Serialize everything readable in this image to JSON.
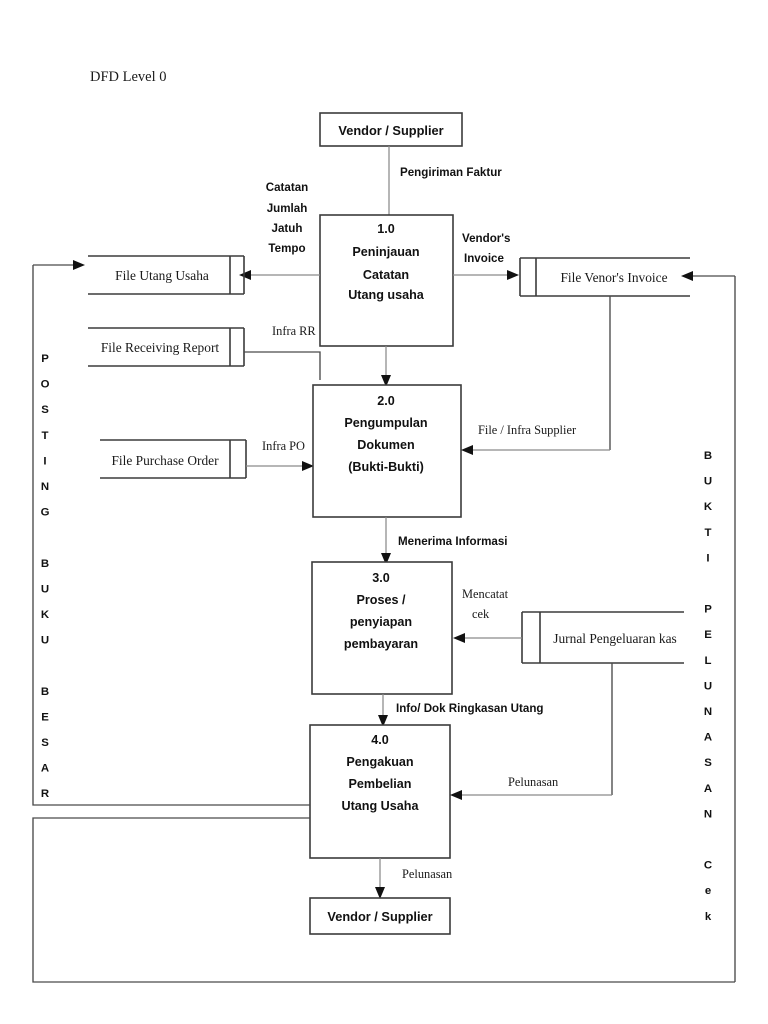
{
  "page": {
    "title": "DFD Level 0",
    "background": "#ffffff",
    "line_color": "#3b3b3b",
    "flow_color": "#8a8a8a",
    "text_color": "#111111"
  },
  "entities": [
    {
      "id": "vendor-top",
      "label": "Vendor / Supplier"
    },
    {
      "id": "vendor-bottom",
      "label": "Vendor / Supplier"
    }
  ],
  "processes": [
    {
      "id": "process-1",
      "number": "1.0",
      "lines": [
        "1.0",
        "Peninjauan",
        "Catatan",
        "Utang usaha"
      ]
    },
    {
      "id": "process-2",
      "number": "2.0",
      "lines": [
        "2.0",
        "Pengumpulan",
        "Dokumen",
        "(Bukti-Bukti)"
      ]
    },
    {
      "id": "process-3",
      "number": "3.0",
      "lines": [
        "3.0",
        "Proses /",
        "penyiapan",
        "pembayaran"
      ]
    },
    {
      "id": "process-4",
      "number": "4.0",
      "lines": [
        "4.0",
        "Pengakuan",
        "Pembelian",
        "Utang Usaha"
      ]
    }
  ],
  "datastores": [
    {
      "id": "store-utang-usaha",
      "label": "File Utang Usaha"
    },
    {
      "id": "store-receiving-report",
      "label": "File Receiving Report"
    },
    {
      "id": "store-purchase-order",
      "label": "File Purchase Order"
    },
    {
      "id": "store-venors-invoice",
      "label": "File Venor's Invoice"
    },
    {
      "id": "store-jurnal-pengeluaran-kas",
      "label": "Jurnal Pengeluaran kas"
    }
  ],
  "flow_labels": {
    "pengiriman_faktur": "Pengiriman Faktur",
    "catatan_jumlah_jatuh_tempo": [
      "Catatan",
      "Jumlah",
      "Jatuh",
      "Tempo"
    ],
    "vendors_invoice": [
      "Vendor's",
      "Invoice"
    ],
    "infra_rr": "Infra RR",
    "infra_po": "Infra PO",
    "file_infra_supplier": "File / Infra Supplier",
    "menerima_informasi": "Menerima Informasi",
    "mencatat_cek": [
      "Mencatat",
      "cek"
    ],
    "info_dok_ringkasan_utang": "Info/ Dok Ringkasan Utang",
    "pelunasan_right": "Pelunasan",
    "pelunasan_bottom": "Pelunasan"
  },
  "vertical_labels": {
    "left": {
      "id": "posting-buku-besar",
      "text": "POSTING BUKU BESAR",
      "chars": [
        "P",
        "O",
        "S",
        "T",
        "I",
        "N",
        "G",
        "",
        "B",
        "U",
        "K",
        "U",
        "",
        "B",
        "E",
        "S",
        "A",
        "R"
      ]
    },
    "right": {
      "id": "bukti-pelunasan-cek",
      "text": "BUKTI PELUNASAN Cek",
      "chars": [
        "B",
        "U",
        "K",
        "T",
        "I",
        "",
        "P",
        "E",
        "L",
        "U",
        "N",
        "A",
        "S",
        "A",
        "N",
        "",
        "C",
        "e",
        "k"
      ]
    }
  }
}
